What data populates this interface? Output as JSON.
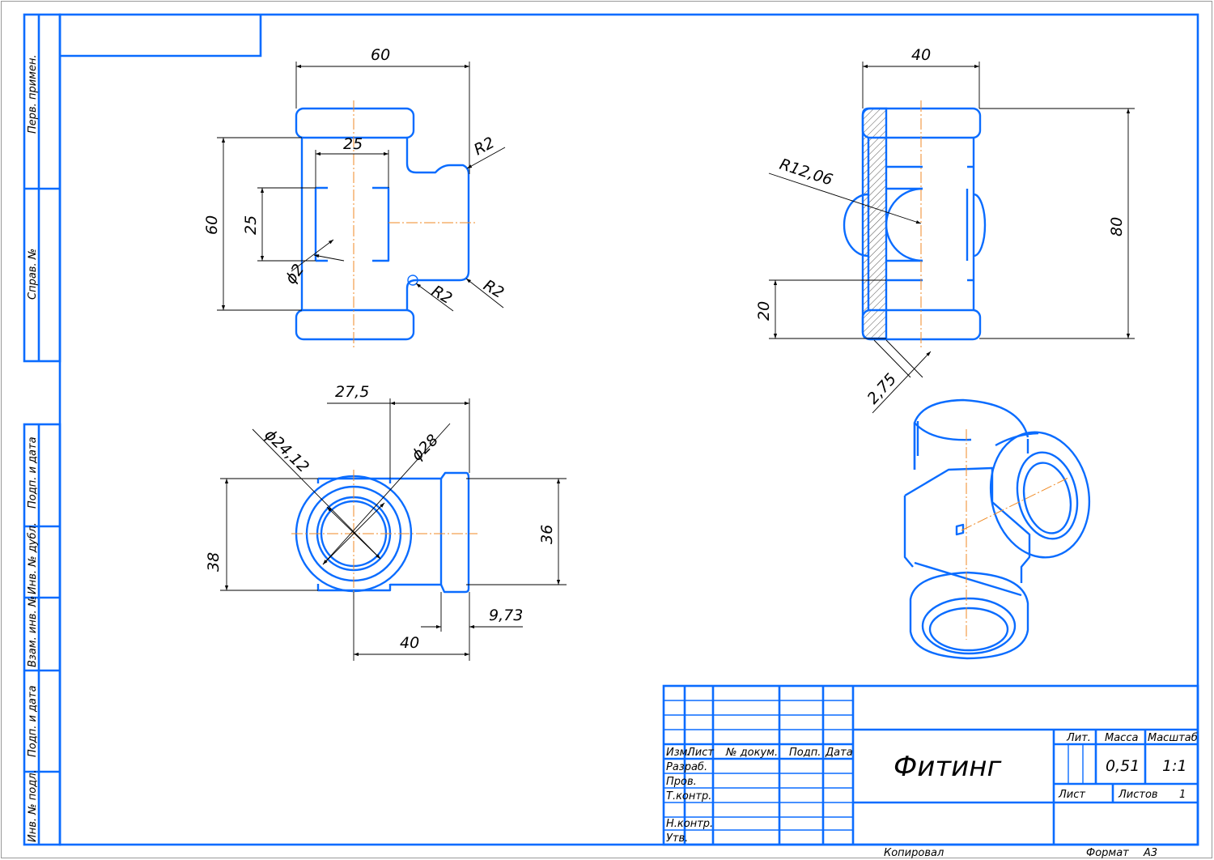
{
  "sidebar": {
    "perv_primen": "Перв. примен.",
    "sprav_no": "Справ. №",
    "podp_data_1": "Подп. и дата",
    "inv_dubl": "Инв. № дубл.",
    "vzam_inv": "Взам. инв. №",
    "podp_data_2": "Подп. и дата",
    "inv_podl": "Инв. № подл."
  },
  "front_view": {
    "dim_width": "60",
    "dim_height": "60",
    "dim_inner": "25",
    "dim_inner_v": "25",
    "dim_hole": "ϕ2",
    "r_top": "R2",
    "r_bottom_1": "R2",
    "r_bottom_2": "R2"
  },
  "side_view": {
    "dim_width": "40",
    "dim_height": "80",
    "dim_radius": "R12,06",
    "dim_thread": "20",
    "dim_wall": "2,75"
  },
  "top_view": {
    "dim_offset": "27,5",
    "dim_d_inner": "ϕ24,12",
    "dim_d_outer": "ϕ28",
    "dim_left_h": "38",
    "dim_right_h": "36",
    "dim_len": "40",
    "dim_step": "9,73"
  },
  "title_block": {
    "izm": "Изм.",
    "list": "Лист",
    "n_dokum": "№ докум.",
    "podp": "Подп.",
    "data": "Дата",
    "razrab": "Разраб.",
    "prov": "Пров.",
    "t_kontr": "Т.контр.",
    "n_kontr": "Н.контр.",
    "utv": "Утв.",
    "name": "Фитинг",
    "lit": "Лит.",
    "massa": "Масса",
    "masshtab": "Масштаб",
    "massa_value": "0,51",
    "scale_value": "1:1",
    "list_label": "Лист",
    "listov_label": "Листов",
    "listov_value": "1",
    "kopiroval": "Копировал",
    "format_label": "Формат",
    "format_value": "А3"
  },
  "colors": {
    "line": "#0a6cff",
    "axis": "#f08a24",
    "dim": "#000000"
  }
}
